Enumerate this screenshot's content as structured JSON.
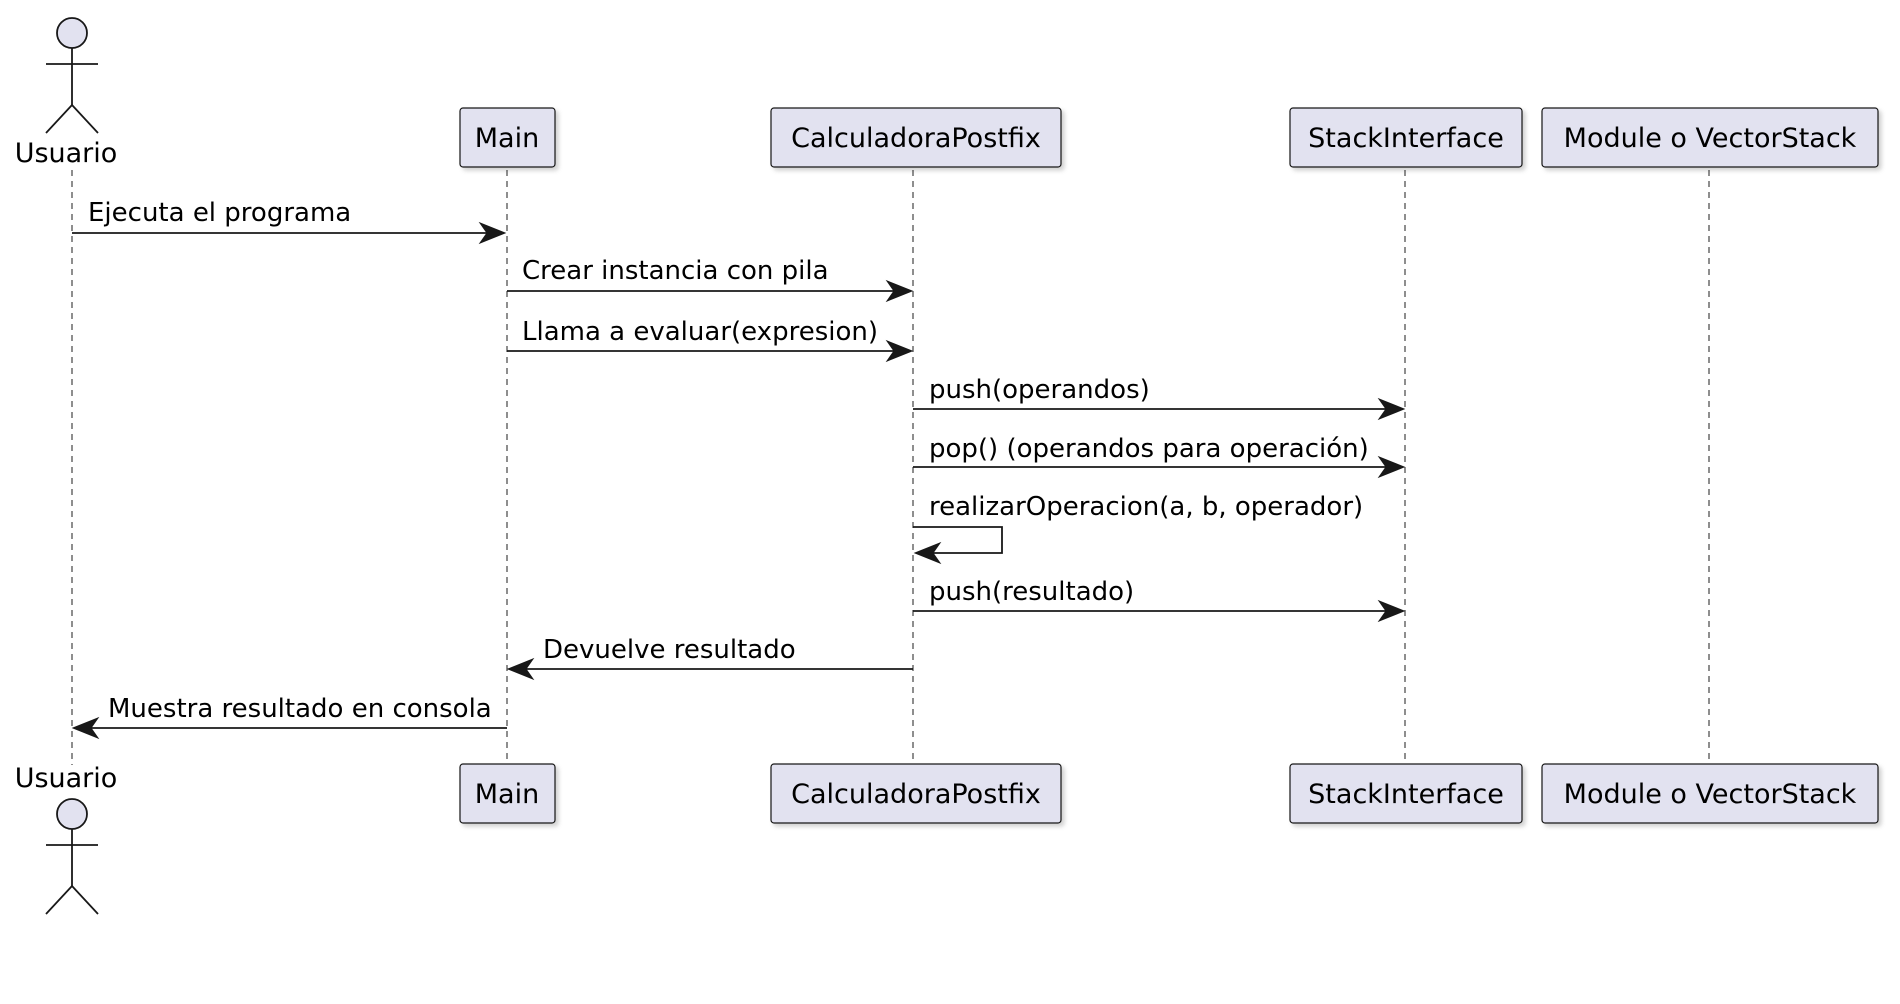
{
  "participants": [
    {
      "id": "usuario",
      "label": "Usuario",
      "kind": "actor"
    },
    {
      "id": "main",
      "label": "Main",
      "kind": "participant"
    },
    {
      "id": "calc",
      "label": "CalculadoraPostfix",
      "kind": "participant"
    },
    {
      "id": "stack",
      "label": "StackInterface",
      "kind": "participant"
    },
    {
      "id": "vector",
      "label": "Module o VectorStack",
      "kind": "participant"
    }
  ],
  "messages": [
    {
      "from": "usuario",
      "to": "main",
      "label": "Ejecuta el programa"
    },
    {
      "from": "main",
      "to": "calc",
      "label": "Crear instancia con pila"
    },
    {
      "from": "main",
      "to": "calc",
      "label": "Llama a evaluar(expresion)"
    },
    {
      "from": "calc",
      "to": "stack",
      "label": "push(operandos)"
    },
    {
      "from": "calc",
      "to": "stack",
      "label": "pop() (operandos para operación)"
    },
    {
      "from": "calc",
      "to": "calc",
      "label": "realizarOperacion(a, b, operador)"
    },
    {
      "from": "calc",
      "to": "stack",
      "label": "push(resultado)"
    },
    {
      "from": "calc",
      "to": "main",
      "label": "Devuelve resultado"
    },
    {
      "from": "main",
      "to": "usuario",
      "label": "Muestra resultado en consola"
    }
  ],
  "colors": {
    "participant_fill": "#e2e2f0",
    "stroke": "#181818",
    "lifeline": "#444444"
  }
}
